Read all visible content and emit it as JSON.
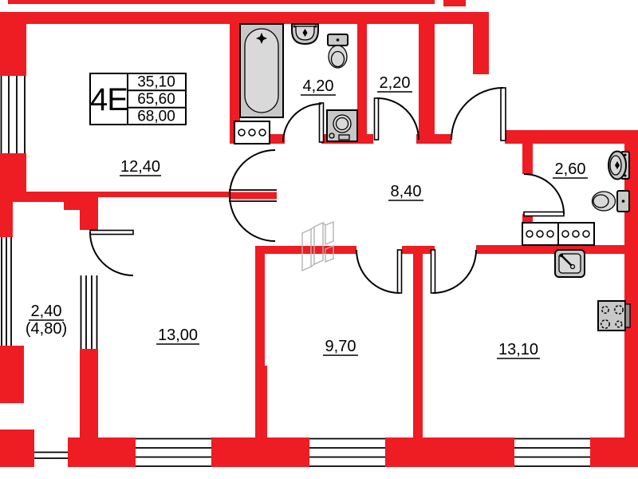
{
  "plan": {
    "info_table": {
      "type": "4E",
      "area_living": "35,10",
      "area_main": "65,60",
      "area_total": "68,00"
    },
    "rooms": [
      {
        "name": "room-12-40",
        "area": "12,40"
      },
      {
        "name": "bathroom",
        "area": "4,20"
      },
      {
        "name": "storage",
        "area": "2,20"
      },
      {
        "name": "hallway",
        "area": "8,40"
      },
      {
        "name": "wc",
        "area": "2,60"
      },
      {
        "name": "loggia",
        "area": "2,40",
        "area_full": "(4,80)"
      },
      {
        "name": "room-13-00",
        "area": "13,00"
      },
      {
        "name": "room-9-70",
        "area": "9,70"
      },
      {
        "name": "kitchen-living",
        "area": "13,10"
      }
    ],
    "fixtures": [
      "bathtub",
      "washbasin",
      "toilet",
      "washing-machine",
      "socket-panel",
      "double-socket-panel",
      "wc-washbasin",
      "wc-toilet",
      "kitchen-sink",
      "stove",
      "wardrobe-sketch"
    ],
    "colors": {
      "wall": "#ee1c23",
      "fixture": "#c8c8c8",
      "fixture_inner": "#d9d9d9",
      "line": "#000000",
      "sketch": "#b3b3b3"
    }
  }
}
